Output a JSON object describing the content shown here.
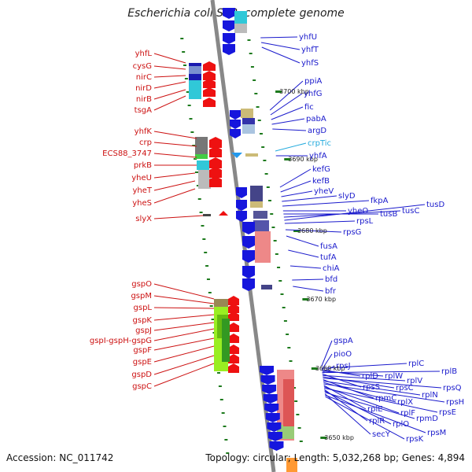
{
  "title": "Escherichia coli S88, complete genome",
  "footer": {
    "accession": "Accession: NC_011742",
    "summary": "Topology: circular; Length: 5,032,268 bp; Genes: 4,894"
  },
  "colors": {
    "forward_label": "#cc1111",
    "reverse_label": "#1a1acc",
    "rna_label": "#22aadd",
    "backbone": "#888888",
    "tick": "#1d7a1d"
  },
  "kbp_labels": [
    "3700 kbp",
    "3690 kbp",
    "3680 kbp",
    "3670 kbp",
    "3660 kbp",
    "3650 kbp"
  ],
  "left_genes": [
    "yhfL",
    "cysG",
    "nirC",
    "nirD",
    "nirB",
    "tsgA",
    "yhfK",
    "crp",
    "ECS88_3747",
    "prkB",
    "yheU",
    "yheT",
    "yheS",
    "slyX",
    "gspO",
    "gspM",
    "gspL",
    "gspK",
    "gspJ",
    "gspI-gspH-gspG",
    "gspF",
    "gspE",
    "gspD",
    "gspC"
  ],
  "right_genes": [
    "yhfU",
    "yhfT",
    "yhfS",
    "ppiA",
    "yhfG",
    "fic",
    "pabA",
    "argD",
    "crpTic",
    "yhfA",
    "kefG",
    "kefB",
    "yheV",
    "slyD",
    "fkpA",
    "yheO",
    "tusB",
    "tusC",
    "tusD",
    "rpsL",
    "rpsG",
    "fusA",
    "tufA",
    "chiA",
    "bfd",
    "bfr",
    "gspA",
    "pioO",
    "rpsJ",
    "rplC",
    "rplD",
    "rplW",
    "rplB",
    "rpsS",
    "rplV",
    "rpsC",
    "rpsQ",
    "rpmC",
    "rplN",
    "rplX",
    "rpsH",
    "rplE",
    "rplF",
    "rpsE",
    "rplR",
    "rplO",
    "rpmD",
    "secY",
    "rpsM",
    "rpsK"
  ]
}
